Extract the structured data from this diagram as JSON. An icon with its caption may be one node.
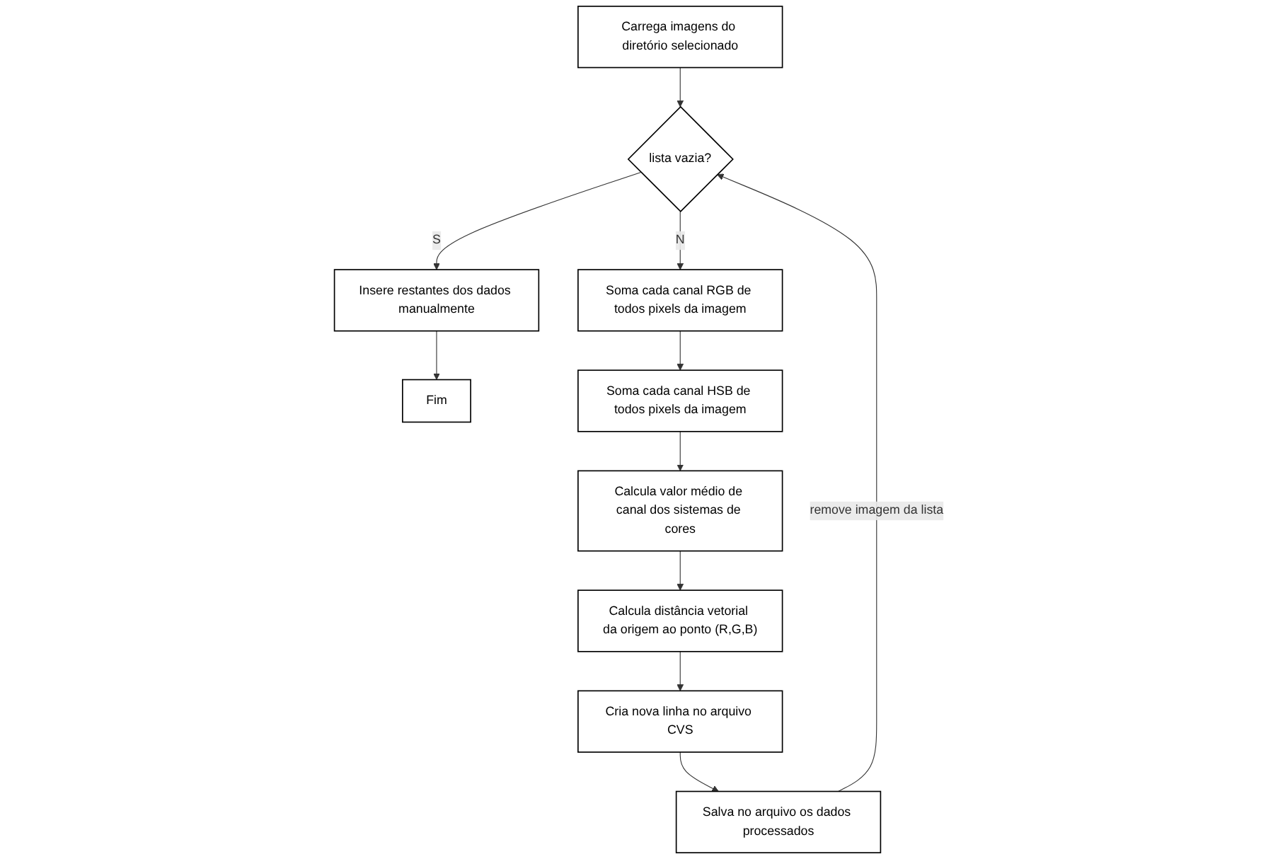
{
  "diagram": {
    "nodes": [
      {
        "text": [
          "Carrega imagens do diretório selecionado"
        ]
      },
      {
        "text": [
          "lista vazia?"
        ]
      },
      {
        "text": [
          "Insere restantes dos dados manualmente"
        ]
      },
      {
        "text": [
          "Fim"
        ]
      },
      {
        "text": [
          "Soma cada canal RGB de todos pixels da imagem"
        ]
      },
      {
        "text": [
          "Soma cada canal HSB de todos pixels da imagem"
        ]
      },
      {
        "text": [
          "Calcula valor médio de canal dos sistemas de cores"
        ]
      },
      {
        "text": [
          "Calcula distância vetorial da origem ao ponto (R,G,B)"
        ]
      },
      {
        "text": [
          "Cria nova linha no arquivo CVS"
        ]
      },
      {
        "text": [
          "Salva no arquivo os dados processados"
        ]
      }
    ],
    "edges": [
      {
        "from": 0,
        "to": 1,
        "arrow": "to"
      },
      {
        "from": 1,
        "to": 2,
        "arrow": "to",
        "label": "S"
      },
      {
        "from": 2,
        "to": 3,
        "arrow": "to"
      },
      {
        "from": 1,
        "to": 4,
        "arrow": "to",
        "label": "N"
      },
      {
        "from": 4,
        "to": 5,
        "arrow": "to"
      },
      {
        "from": 5,
        "to": 6,
        "arrow": "to"
      },
      {
        "from": 6,
        "to": 7,
        "arrow": "to"
      },
      {
        "from": 7,
        "to": 8,
        "arrow": "to"
      },
      {
        "from": 8,
        "to": 9,
        "arrow": "to"
      },
      {
        "from": 9,
        "to": 1,
        "arrow": "to",
        "label": "remove imagem da lista"
      }
    ]
  }
}
